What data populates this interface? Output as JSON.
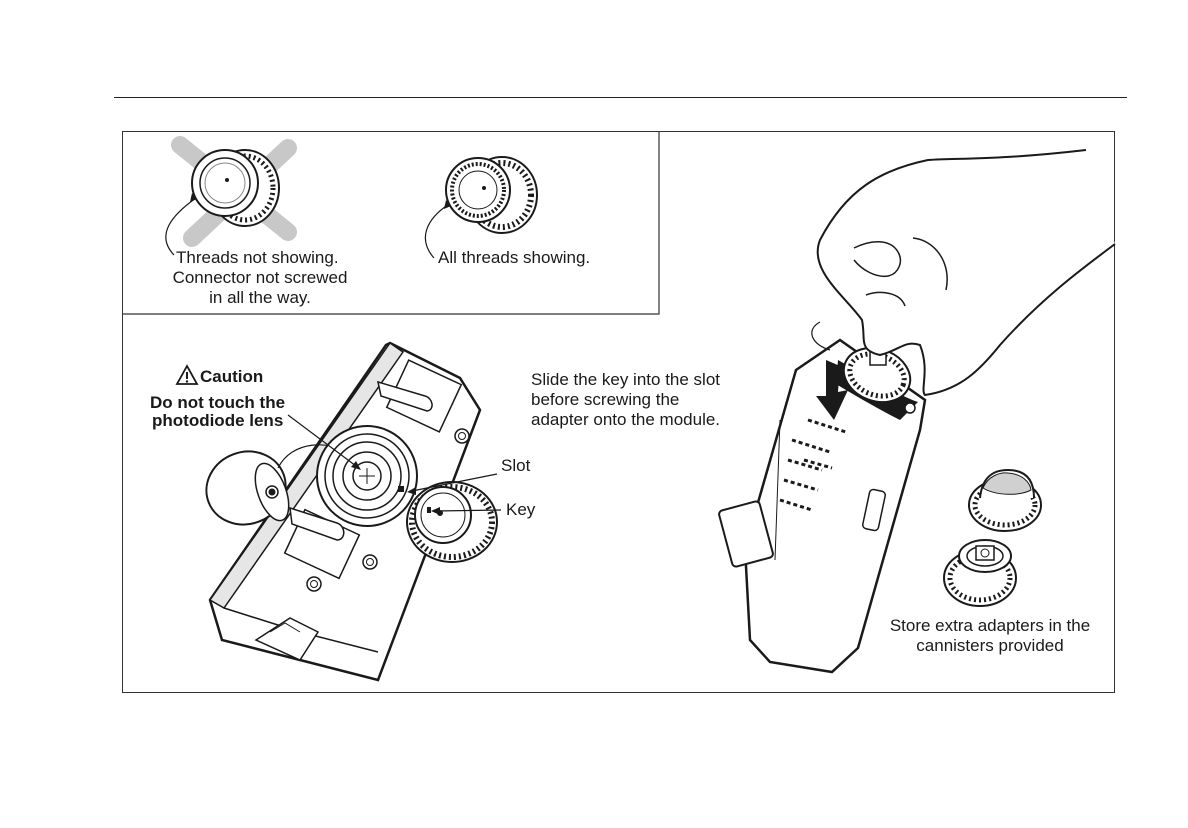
{
  "inset": {
    "bad_caption": [
      "Threads not showing.",
      "Connector not screwed",
      "in all the way."
    ],
    "good_caption": "All threads showing."
  },
  "module": {
    "caution_title": "Caution",
    "caution_lines": [
      "Do not touch the",
      "photodiode lens"
    ],
    "instruction_lines": [
      "Slide the key into the slot",
      "before screwing the",
      "adapter onto the module."
    ],
    "slot_label": "Slot",
    "key_label": "Key"
  },
  "storage": {
    "caption": [
      "Store extra adapters in the",
      "cannisters provided"
    ]
  },
  "colors": {
    "ink": "#1a1a1a",
    "x_mark": "#c8c8c8",
    "panel_fill": "#ffffff"
  }
}
